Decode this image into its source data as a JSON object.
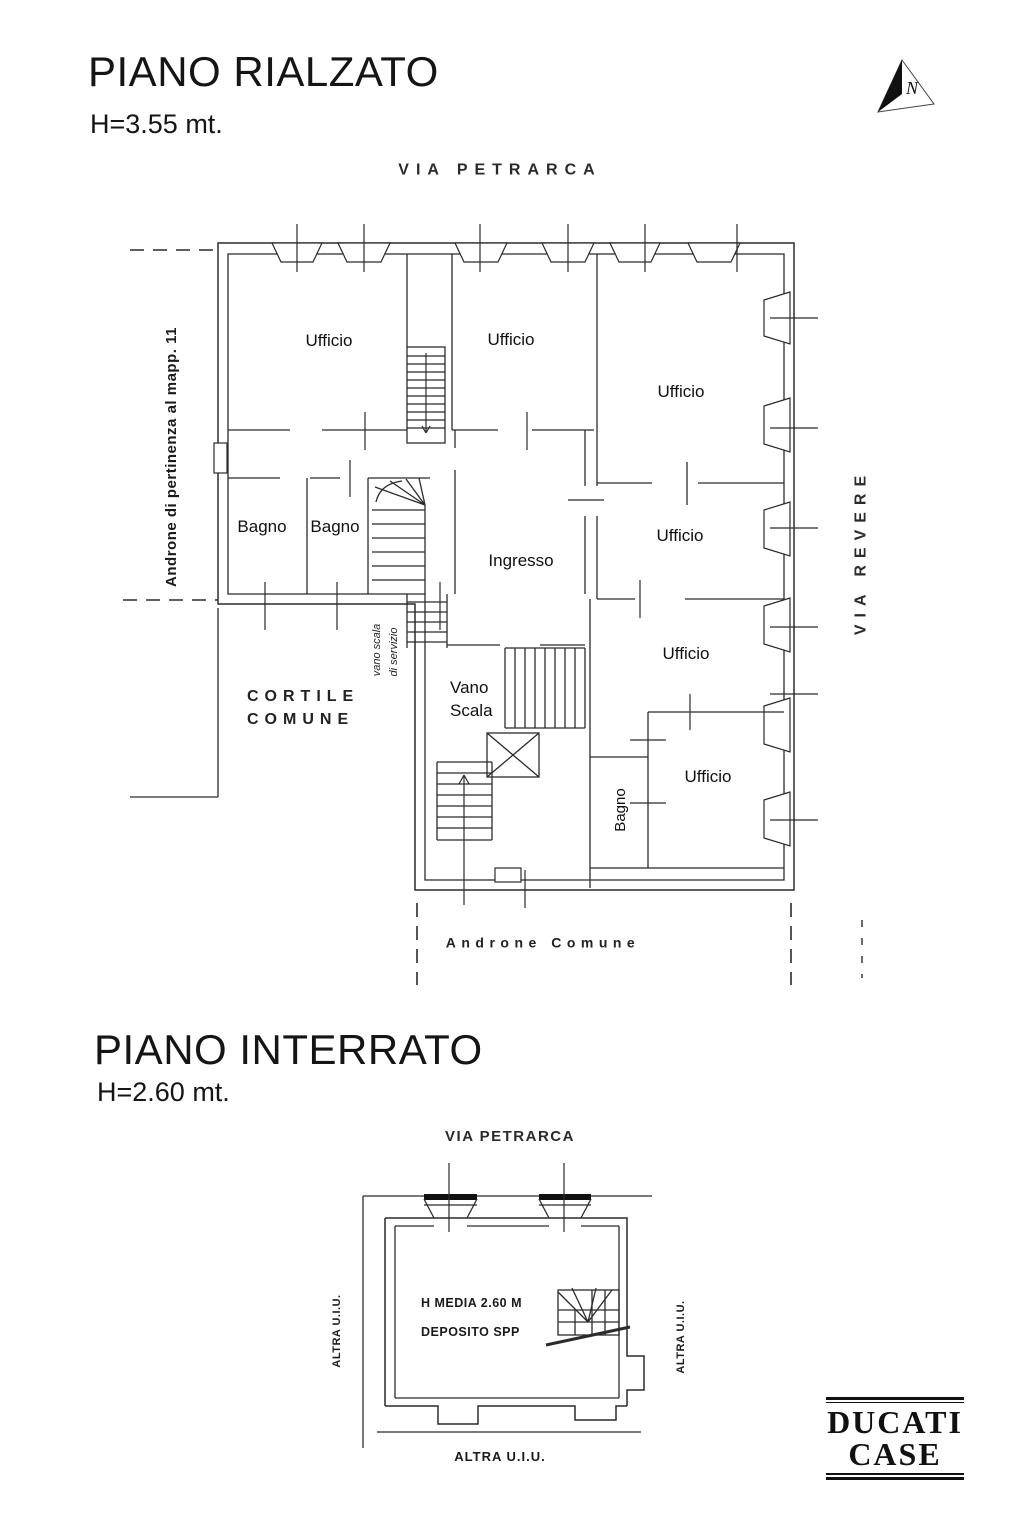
{
  "page": {
    "background": "#ffffff",
    "line_color": "#2b2b2b",
    "text_color": "#111111"
  },
  "north": {
    "label": "N"
  },
  "floor1": {
    "title": "PIANO RIALZATO",
    "height_note": "H=3.55 mt.",
    "street_top": "VIA PETRARCA",
    "street_right": "VIA REVERE",
    "left_annotation": "Androne di pertinenza al mapp. 11",
    "courtyard": {
      "line1": "CORTILE",
      "line2": "COMUNE"
    },
    "bottom_label": "Androne Comune",
    "service_stair": {
      "line1": "vano scala",
      "line2": "di servizio"
    },
    "rooms": {
      "ufficio_nw": "Ufficio",
      "ufficio_n": "Ufficio",
      "ufficio_ne": "Ufficio",
      "ufficio_e1": "Ufficio",
      "ufficio_e2": "Ufficio",
      "ufficio_se": "Ufficio",
      "bagno_w1": "Bagno",
      "bagno_w2": "Bagno",
      "bagno_s": "Bagno",
      "ingresso": "Ingresso",
      "vano_scala": {
        "line1": "Vano",
        "line2": "Scala"
      }
    }
  },
  "floor2": {
    "title": "PIANO INTERRATO",
    "height_note": "H=2.60 mt.",
    "street_top": "VIA PETRARCA",
    "side_left": "ALTRA U.I.U.",
    "side_right": "ALTRA U.I.U.",
    "side_bottom": "ALTRA U.I.U.",
    "room": {
      "height": "H MEDIA 2.60 M",
      "name": "DEPOSITO SPP"
    }
  },
  "logo": {
    "line1": "DUCATI",
    "line2": "CASE"
  }
}
